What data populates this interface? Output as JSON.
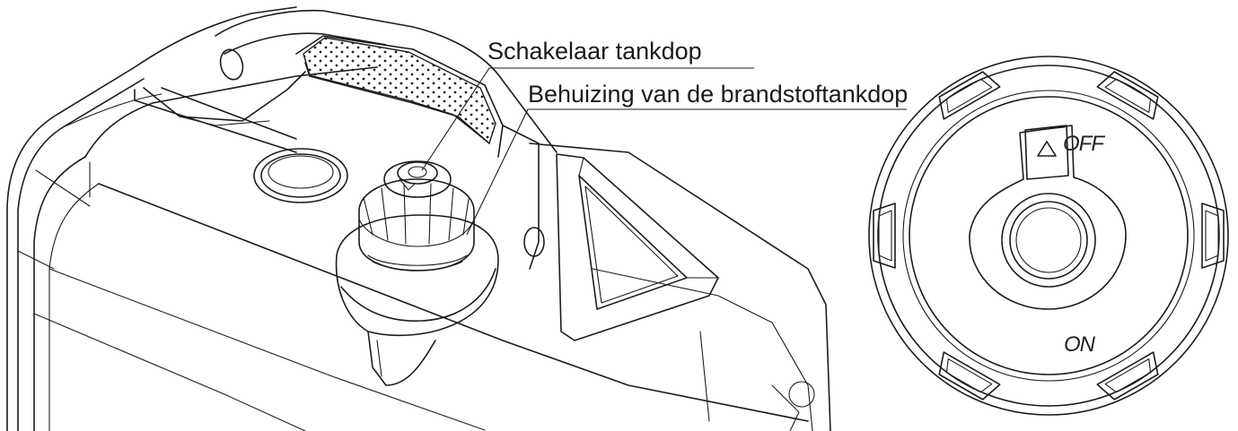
{
  "labels": {
    "cap_switch": "Schakelaar tankdop",
    "cap_housing": "Behuizing van de brandstoftankdop"
  },
  "knob": {
    "off": "OFF",
    "on": "ON"
  }
}
